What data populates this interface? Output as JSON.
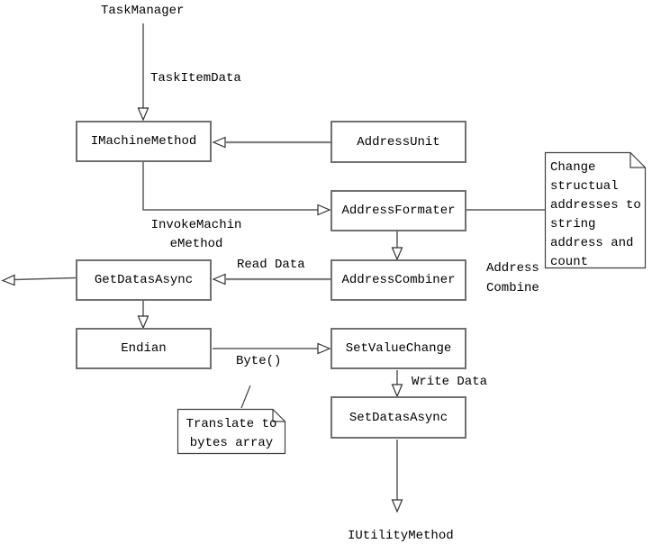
{
  "diagram": {
    "background_color": "#ffffff",
    "text_color": "#000000",
    "box_border_color": "#707070",
    "connector_color": "#5a5a5a",
    "thick_connector_color": "#808080",
    "note_border_color": "#404040",
    "nodes": {
      "task_manager": "TaskManager",
      "imachine_method": "IMachineMethod",
      "address_unit": "AddressUnit",
      "address_formater": "AddressFormater",
      "address_combiner": "AddressCombiner",
      "get_datas_async": "GetDatasAsync",
      "endian": "Endian",
      "set_value_change": "SetValueChange",
      "set_datas_async": "SetDatasAsync",
      "iutility_method": "IUtilityMethod"
    },
    "labels": {
      "task_item_data": "TaskItemData",
      "invoke_machine_method": "InvokeMachin\neMethod",
      "read_data": "Read Data",
      "address_combine": "Address\nCombine",
      "byte": "Byte()",
      "write_data": "Write Data"
    },
    "notes": {
      "change_structural": "Change\nstructual\naddresses to\nstring\naddress and\ncount",
      "translate_bytes": "Translate to\nbytes array"
    }
  }
}
